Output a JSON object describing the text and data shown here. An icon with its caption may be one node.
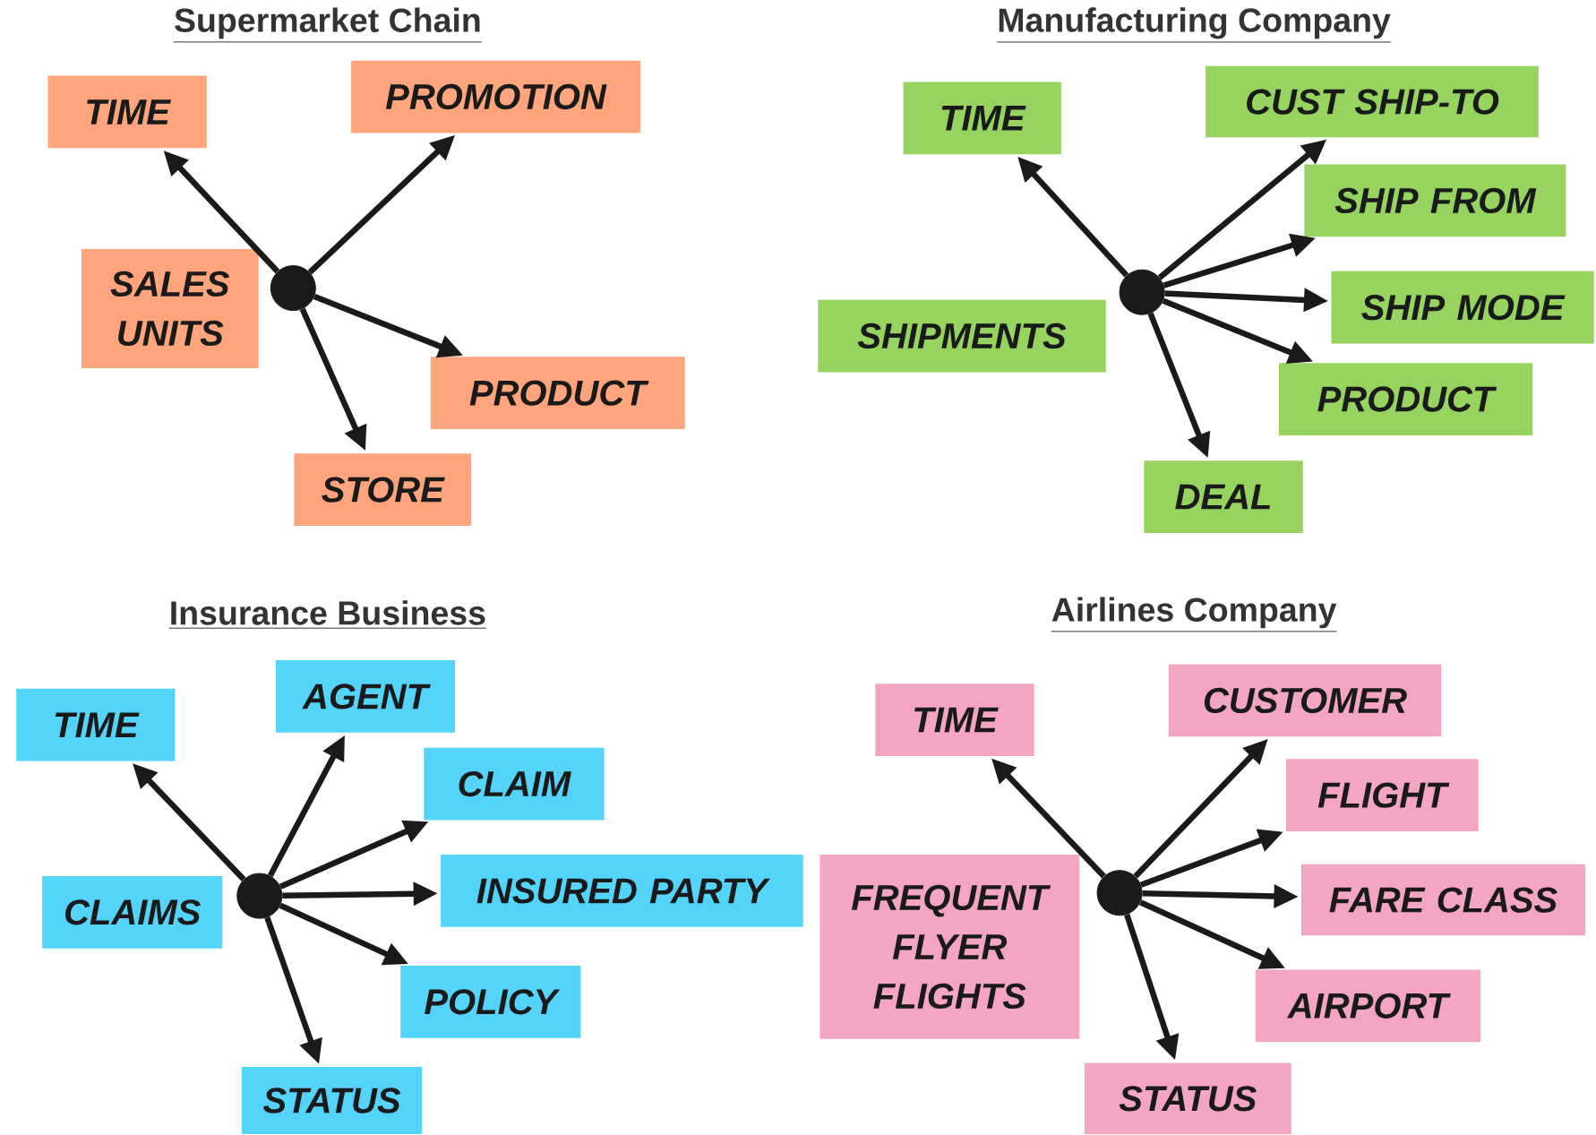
{
  "diagram": {
    "nodes": [
      {
        "text": [
          "TIME"
        ]
      },
      {
        "text": [
          "PROMOTION"
        ]
      },
      {
        "text": [
          "SALES UNITS"
        ]
      },
      {
        "text": [],
        "shape": "circle"
      },
      {
        "text": [
          "PRODUCT"
        ]
      },
      {
        "text": [
          "STORE"
        ]
      },
      {
        "text": [
          "TIME"
        ]
      },
      {
        "text": [
          "CUST SHIP-TO"
        ]
      },
      {
        "text": [
          "SHIP FROM"
        ]
      },
      {
        "text": [],
        "shape": "circle"
      },
      {
        "text": [
          "SHIP MODE"
        ]
      },
      {
        "text": [
          "SHIPMENTS"
        ]
      },
      {
        "text": [
          "PRODUCT"
        ]
      },
      {
        "text": [
          "DEAL"
        ]
      },
      {
        "text": [
          "TIME"
        ]
      },
      {
        "text": [
          "AGENT"
        ]
      },
      {
        "text": [
          "CLAIM"
        ]
      },
      {
        "text": [
          "INSURED PARTY"
        ]
      },
      {
        "text": [],
        "shape": "circle"
      },
      {
        "text": [
          "CLAIMS"
        ]
      },
      {
        "text": [
          "POLICY"
        ]
      },
      {
        "text": [
          "STATUS"
        ]
      },
      {
        "text": [
          "TIME"
        ]
      },
      {
        "text": [
          "CUSTOMER"
        ]
      },
      {
        "text": [
          "FLIGHT"
        ]
      },
      {
        "text": [
          "FARE CLASS"
        ]
      },
      {
        "text": [],
        "shape": "circle"
      },
      {
        "text": [
          "FREQUENT FLYER FLIGHTS"
        ]
      },
      {
        "text": [
          "AIRPORT"
        ]
      },
      {
        "text": [
          "STATUS"
        ]
      }
    ],
    "edges": [
      {
        "from": 3,
        "to": 0,
        "arrow": "to"
      },
      {
        "from": 3,
        "to": 1,
        "arrow": "to"
      },
      {
        "from": 3,
        "to": 4,
        "arrow": "to"
      },
      {
        "from": 3,
        "to": 5,
        "arrow": "to"
      },
      {
        "from": 9,
        "to": 6,
        "arrow": "to"
      },
      {
        "from": 9,
        "to": 7,
        "arrow": "to"
      },
      {
        "from": 9,
        "to": 8,
        "arrow": "to"
      },
      {
        "from": 9,
        "to": 10,
        "arrow": "to"
      },
      {
        "from": 9,
        "to": 12,
        "arrow": "to"
      },
      {
        "from": 9,
        "to": 13,
        "arrow": "to"
      },
      {
        "from": 18,
        "to": 14,
        "arrow": "to"
      },
      {
        "from": 18,
        "to": 15,
        "arrow": "to"
      },
      {
        "from": 18,
        "to": 16,
        "arrow": "to"
      },
      {
        "from": 18,
        "to": 17,
        "arrow": "to"
      },
      {
        "from": 18,
        "to": 20,
        "arrow": "to"
      },
      {
        "from": 18,
        "to": 21,
        "arrow": "to"
      },
      {
        "from": 26,
        "to": 22,
        "arrow": "to"
      },
      {
        "from": 26,
        "to": 23,
        "arrow": "to"
      },
      {
        "from": 26,
        "to": 24,
        "arrow": "to"
      },
      {
        "from": 26,
        "to": 25,
        "arrow": "to"
      },
      {
        "from": 26,
        "to": 28,
        "arrow": "to"
      },
      {
        "from": 26,
        "to": 29,
        "arrow": "to"
      }
    ],
    "labels": [
      "Supermarket Chain",
      "Manufacturing Company",
      "Insurance Business",
      "Airlines Company"
    ]
  }
}
